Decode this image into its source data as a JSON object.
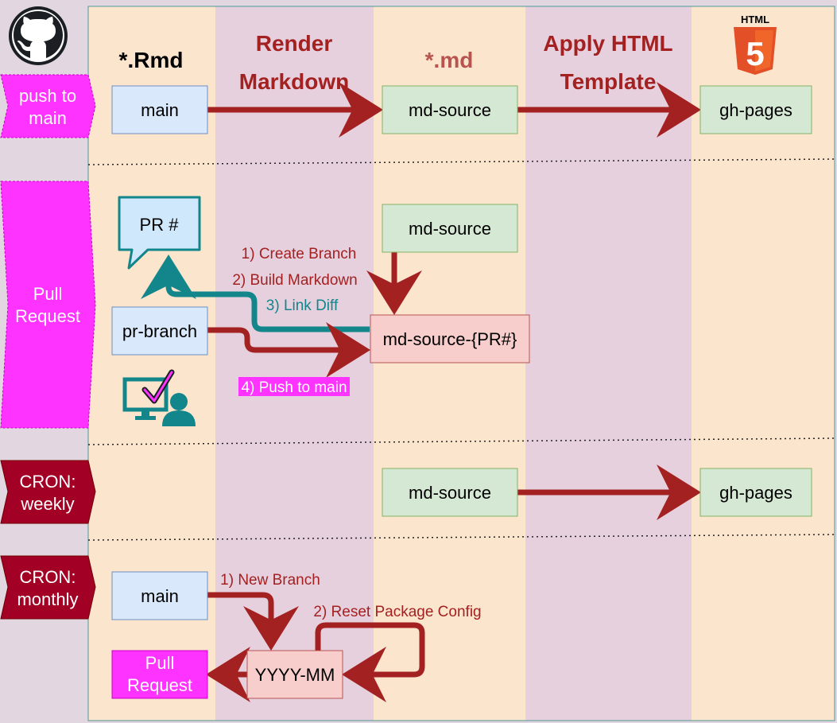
{
  "columns": {
    "rmd": "*.Rmd",
    "render": [
      "Render",
      "Markdown"
    ],
    "md": "*.md",
    "apply": [
      "Apply HTML",
      "Template"
    ],
    "html_icon_label": "HTML",
    "html_icon_digit": "5"
  },
  "triggers": {
    "push": [
      "push to",
      "main"
    ],
    "pr": [
      "Pull",
      "Request"
    ],
    "weekly": [
      "CRON:",
      "weekly"
    ],
    "monthly": [
      "CRON:",
      "monthly"
    ]
  },
  "push_row": {
    "main": "main",
    "md_source": "md-source",
    "gh_pages": "gh-pages"
  },
  "pr_row": {
    "pr_comment": "PR #",
    "md_source": "md-source",
    "pr_branch": "pr-branch",
    "md_source_pr": "md-source-{PR#}",
    "step1": "1) Create Branch",
    "step2": "2) Build Markdown",
    "step3": "3) Link Diff",
    "step4": "4) Push to main"
  },
  "weekly_row": {
    "md_source": "md-source",
    "gh_pages": "gh-pages"
  },
  "monthly_row": {
    "main": "main",
    "step1": "1) New Branch",
    "step2": "2) Reset Package Config",
    "yyyy_mm": "YYYY-MM",
    "pull_request": [
      "Pull",
      "Request"
    ]
  },
  "colors": {
    "page": "#e2d7e0",
    "peach": "#fce5cd",
    "lavender": "#e6d0de",
    "blue_box": "#dae8fc",
    "green_box": "#d5e8d4",
    "red_box": "#f8cecc",
    "magenta": "#ff33ff",
    "crimson": "#a20025",
    "arrow_red": "#a32121",
    "teal": "#12868a",
    "title_red": "#a32121",
    "md_title": "#b85450"
  },
  "icons": [
    "github-icon",
    "html5-icon",
    "speech-bubble-icon",
    "user-computer-icon",
    "checkmark-icon"
  ]
}
